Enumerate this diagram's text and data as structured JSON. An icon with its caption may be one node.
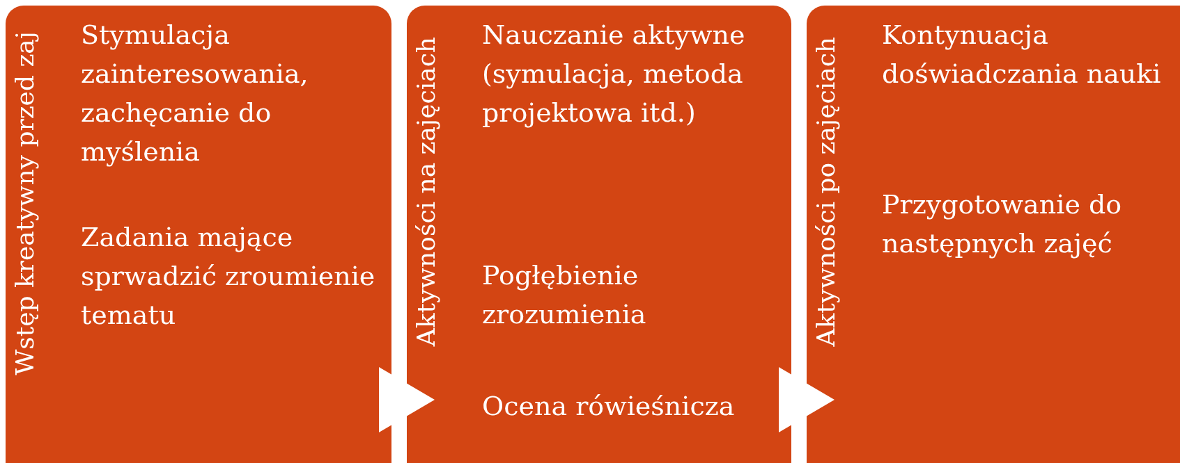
{
  "diagram": {
    "nodes": [
      {
        "text": [
          "Wstęp kreatywny przed zaj",
          "Stymulacja zainteresowania, zachęcanie do myślenia",
          "Zadania mające sprwadzić zroumienie tematu"
        ]
      },
      {
        "text": [
          "Aktywności na zajęciach",
          "Nauczanie aktywne (symulacja, metoda projektowa itd.)",
          "Pogłębienie zrozumienia",
          "Ocena rówieśnicza"
        ]
      },
      {
        "text": [
          "Aktywności po zajęciach",
          "Kontynuacja doświadczania nauki",
          "Przygotowanie do następnych zajęć"
        ]
      }
    ],
    "edges": [
      {
        "from": 0,
        "to": 1,
        "arrow": "to"
      },
      {
        "from": 1,
        "to": 2,
        "arrow": "to"
      }
    ]
  }
}
